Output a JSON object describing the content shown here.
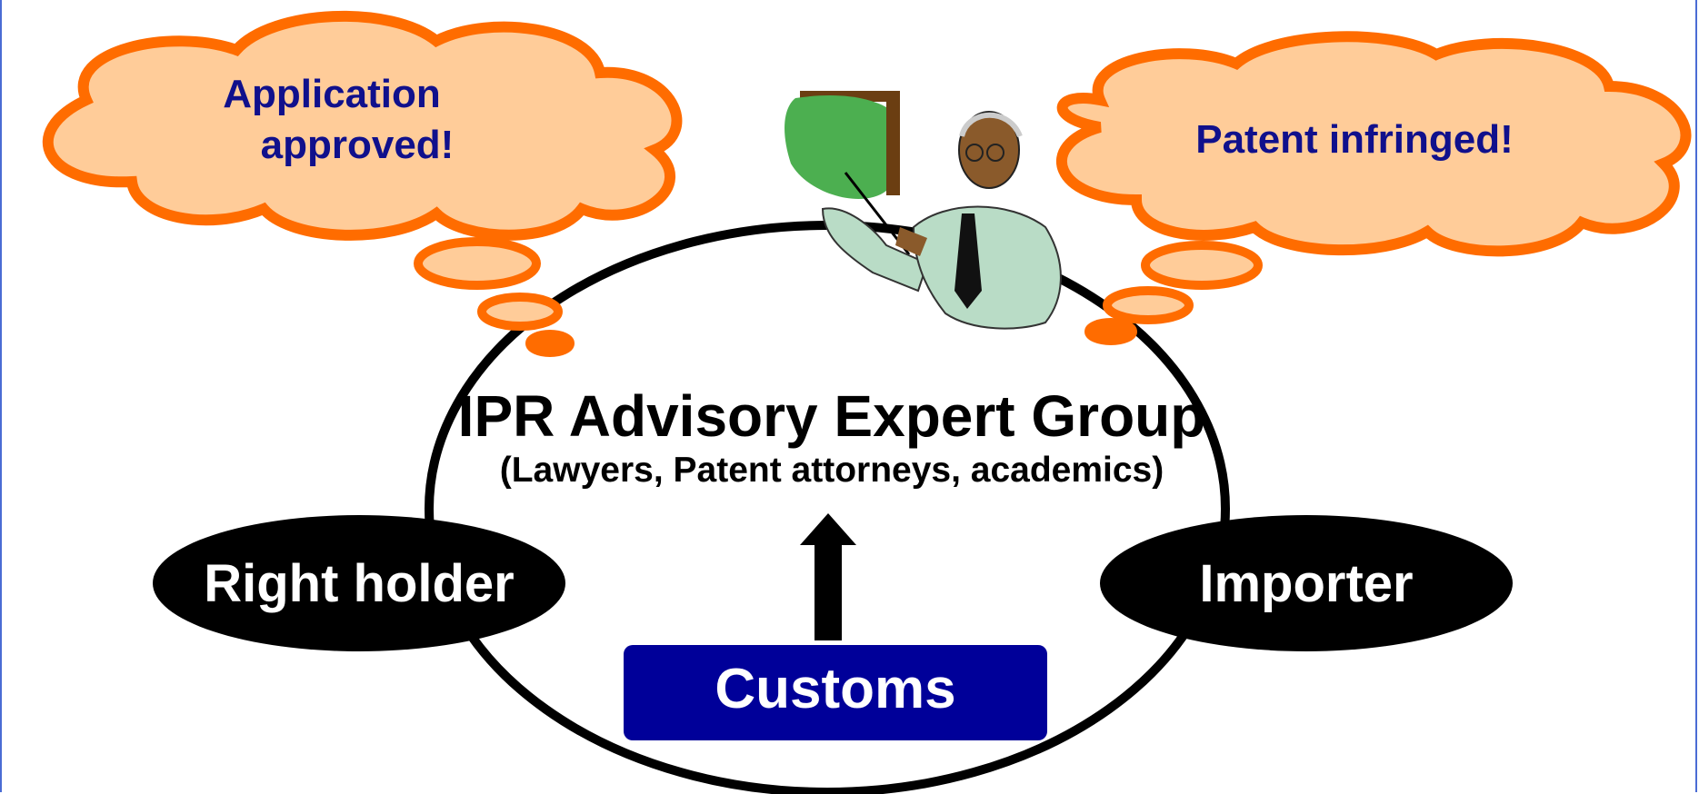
{
  "thought_left": {
    "line1": "Application",
    "line2": "approved!"
  },
  "thought_right": {
    "text": "Patent infringed!"
  },
  "center": {
    "title": "IPR Advisory Expert Group",
    "subtitle": "(Lawyers, Patent attorneys, academics)"
  },
  "nodes": {
    "left": "Right holder",
    "right": "Importer",
    "bottom": "Customs"
  },
  "colors": {
    "cloud_fill": "#ffcc99",
    "cloud_outline": "#ff6c00",
    "cloud_text": "#10108c",
    "customs_box": "#000099",
    "node_fill": "#000000",
    "frame": "#4a6cd4"
  },
  "illustration": "presenter-with-board-icon"
}
